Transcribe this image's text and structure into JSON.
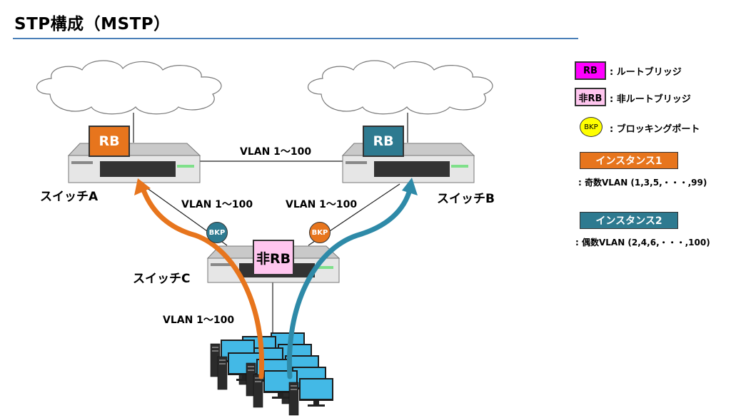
{
  "title": "STP構成（MSTP）",
  "colors": {
    "accent_rule": "#4a7fb8",
    "instance1": "#e7751d",
    "instance2": "#2e7a90",
    "root_bridge_legend": "#ff00ff",
    "non_root_bridge": "#ffc6ef",
    "bkp_legend": "#ffff00"
  },
  "switches": {
    "a": {
      "name": "スイッチA",
      "badge": "RB"
    },
    "b": {
      "name": "スイッチB",
      "badge": "RB"
    },
    "c": {
      "name": "スイッチC",
      "badge": "非RB"
    }
  },
  "links": {
    "ab": "VLAN 1～100",
    "ac": "VLAN 1～100",
    "bc": "VLAN 1～100",
    "c_pc": "VLAN 1～100"
  },
  "ports": {
    "left": "BKP",
    "right": "BKP"
  },
  "legend": {
    "rb": {
      "badge": "RB",
      "text": ": ルートブリッジ"
    },
    "non_rb": {
      "badge": "非RB",
      "text": ": 非ルートブリッジ"
    },
    "bkp": {
      "badge": "BKP",
      "text": ": ブロッキングポート"
    },
    "instance1": {
      "label": "インスタンス1",
      "desc": ": 奇数VLAN (1,3,5,・・・,99)"
    },
    "instance2": {
      "label": "インスタンス2",
      "desc": ": 偶数VLAN (2,4,6,・・・,100)"
    }
  },
  "icons": [
    "cloud-icon",
    "switch-icon",
    "computer-icon"
  ]
}
